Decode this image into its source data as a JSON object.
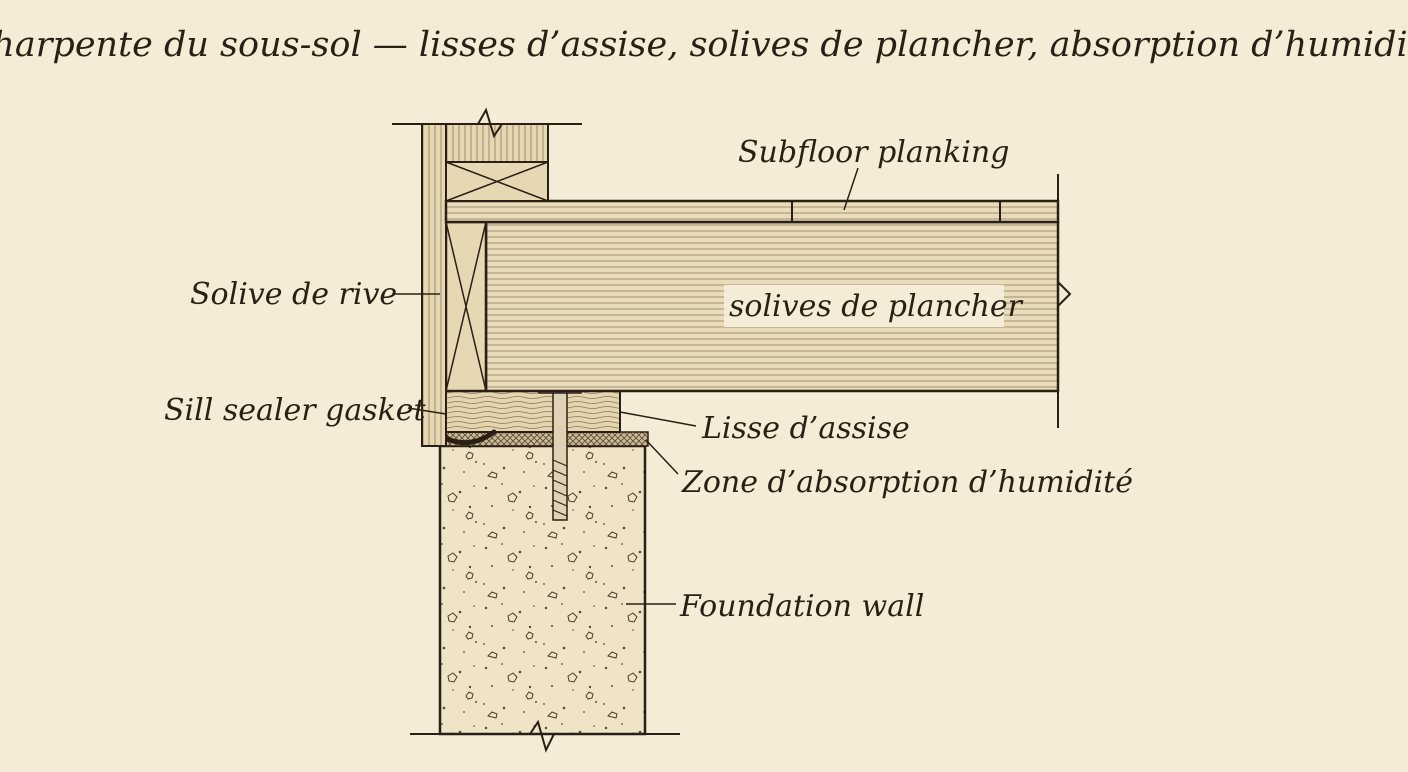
{
  "title": "Charpente du sous-sol — lisses d’assise, solives de plancher, absorption d’humidité",
  "labels": {
    "subfloor": "Subfloor planking",
    "rim_joist": "Solive de rive",
    "floor_joists": "solives de plancher",
    "sill_gasket": "Sill sealer gasket",
    "sill_plate": "Lisse d’assise",
    "moisture_zone": "Zone d’absorption d’humidité",
    "foundation": "Foundation wall"
  },
  "colors": {
    "background": "#f4ecd6",
    "ink": "#2a1f14",
    "wood": "#e9dcba",
    "concrete": "#efe4c6",
    "moisture": "#c9b996"
  }
}
